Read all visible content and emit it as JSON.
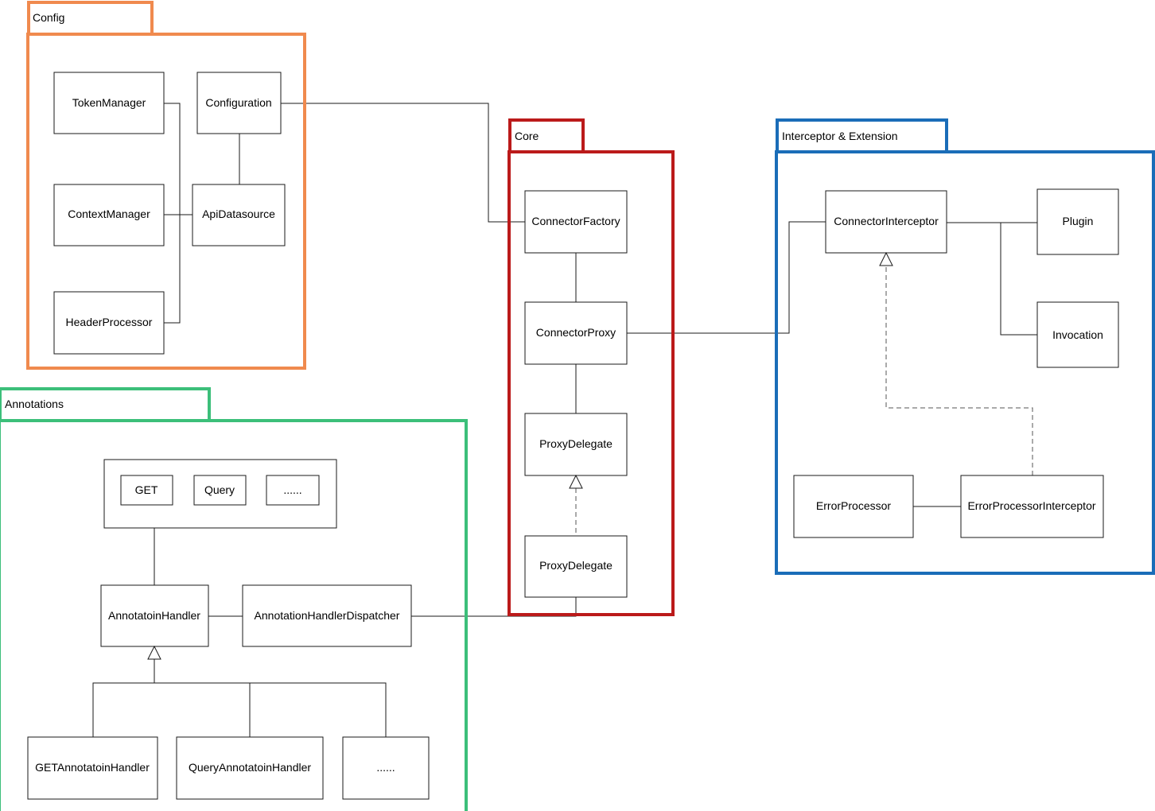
{
  "colors": {
    "config": "#F08A4E",
    "core": "#BB1A1A",
    "interceptor": "#1A6DB8",
    "annotations": "#3CBF7A"
  },
  "packages": {
    "config": "Config",
    "core": "Core",
    "interceptor": "Interceptor & Extension",
    "annotations": "Annotations"
  },
  "classes": {
    "token_manager": "TokenManager",
    "configuration": "Configuration",
    "context_manager": "ContextManager",
    "api_datasource": "ApiDatasource",
    "header_processor": "HeaderProcessor",
    "connector_factory": "ConnectorFactory",
    "connector_proxy": "ConnectorProxy",
    "proxy_delegate_1": "ProxyDelegate",
    "proxy_delegate_2": "ProxyDelegate",
    "connector_interceptor": "ConnectorInterceptor",
    "plugin": "Plugin",
    "invocation": "Invocation",
    "error_processor": "ErrorProcessor",
    "error_processor_interceptor": "ErrorProcessorInterceptor",
    "get": "GET",
    "query": "Query",
    "more_annotations": "......",
    "annotation_handler": "AnnotatoinHandler",
    "annotation_handler_dispatcher": "AnnotationHandlerDispatcher",
    "get_annotation_handler": "GETAnnotatoinHandler",
    "query_annotation_handler": "QueryAnnotatoinHandler",
    "more_handlers": "......"
  }
}
